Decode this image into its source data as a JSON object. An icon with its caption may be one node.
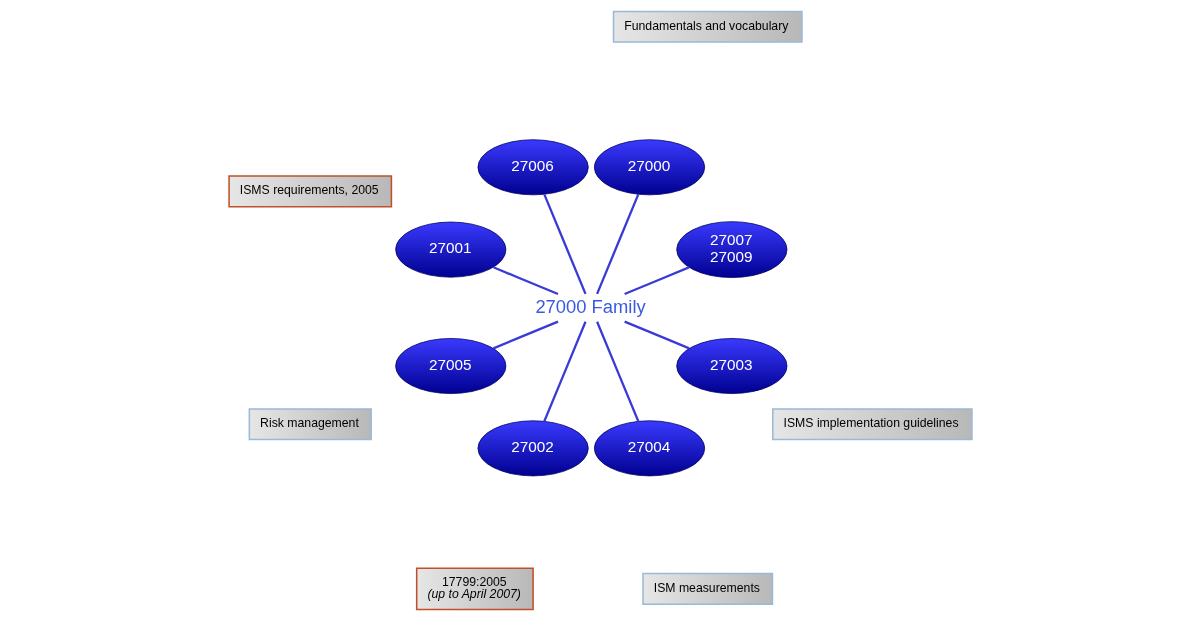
{
  "diagram": {
    "nodes": [
      {
        "text": [
          "Fundamentals and vocabulary"
        ]
      },
      {
        "text": [
          "27007",
          "27009"
        ]
      },
      {
        "text": [
          "27000"
        ]
      },
      {
        "text": [
          "27006"
        ]
      },
      {
        "text": [
          "27000 Family"
        ]
      },
      {
        "text": [
          "ISMS requirements, 2005"
        ]
      },
      {
        "text": [
          "27001"
        ]
      },
      {
        "text": [
          "27005"
        ]
      },
      {
        "text": [
          "Risk management"
        ]
      },
      {
        "text": [
          "27002"
        ]
      },
      {
        "text": [
          "27004"
        ]
      },
      {
        "text": [
          "27003"
        ]
      },
      {
        "text": [
          "17799:2005",
          "(up to April 2007)"
        ]
      },
      {
        "text": [
          "ISM measurements"
        ]
      },
      {
        "text": [
          "ISMS implementation guidelines"
        ]
      }
    ],
    "edges": [
      {
        "from": 4,
        "to": 1,
        "arrow": "none"
      },
      {
        "from": 4,
        "to": 2,
        "arrow": "none"
      },
      {
        "from": 4,
        "to": 3,
        "arrow": "none"
      },
      {
        "from": 4,
        "to": 6,
        "arrow": "none"
      },
      {
        "from": 4,
        "to": 7,
        "arrow": "none"
      },
      {
        "from": 4,
        "to": 9,
        "arrow": "none"
      },
      {
        "from": 4,
        "to": 10,
        "arrow": "none"
      },
      {
        "from": 4,
        "to": 11,
        "arrow": "none"
      }
    ]
  }
}
